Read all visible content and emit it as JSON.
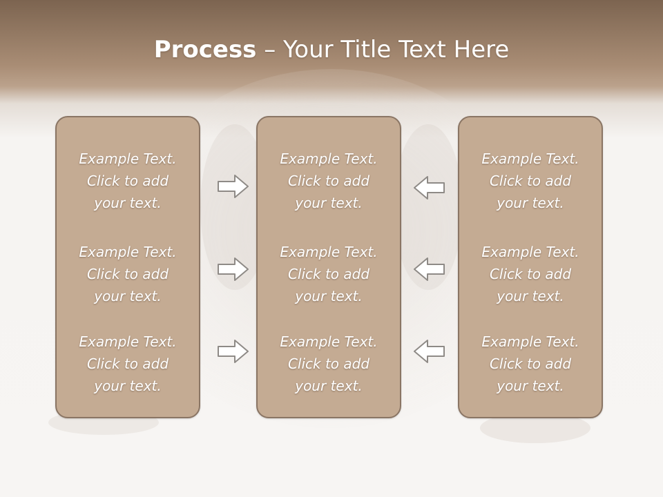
{
  "title": {
    "bold": "Process",
    "rest": " – Your Title Text Here"
  },
  "icons": {
    "right_arrow": "arrow-right-outline-icon",
    "left_arrow": "arrow-left-outline-icon"
  },
  "colors": {
    "header": "#8c735d",
    "panel_fill": "#c4ab93",
    "panel_border": "#8a7564",
    "text": "#ffffff"
  },
  "panels": [
    {
      "blocks": [
        {
          "lines": [
            "Example Text.",
            "Click  to add",
            "your text."
          ]
        },
        {
          "lines": [
            "Example Text.",
            "Click  to add",
            "your text."
          ]
        },
        {
          "lines": [
            "Example Text.",
            "Click  to add",
            "your text."
          ]
        }
      ]
    },
    {
      "blocks": [
        {
          "lines": [
            "Example Text.",
            "Click  to add",
            "your text."
          ]
        },
        {
          "lines": [
            "Example Text.",
            "Click  to add",
            "your text."
          ]
        },
        {
          "lines": [
            "Example Text.",
            "Click  to add",
            "your text."
          ]
        }
      ]
    },
    {
      "blocks": [
        {
          "lines": [
            "Example Text.",
            "Click  to add",
            "your text."
          ]
        },
        {
          "lines": [
            "Example Text.",
            "Click  to add",
            "your text."
          ]
        },
        {
          "lines": [
            "Example Text.",
            "Click  to add",
            "your text."
          ]
        }
      ]
    }
  ]
}
